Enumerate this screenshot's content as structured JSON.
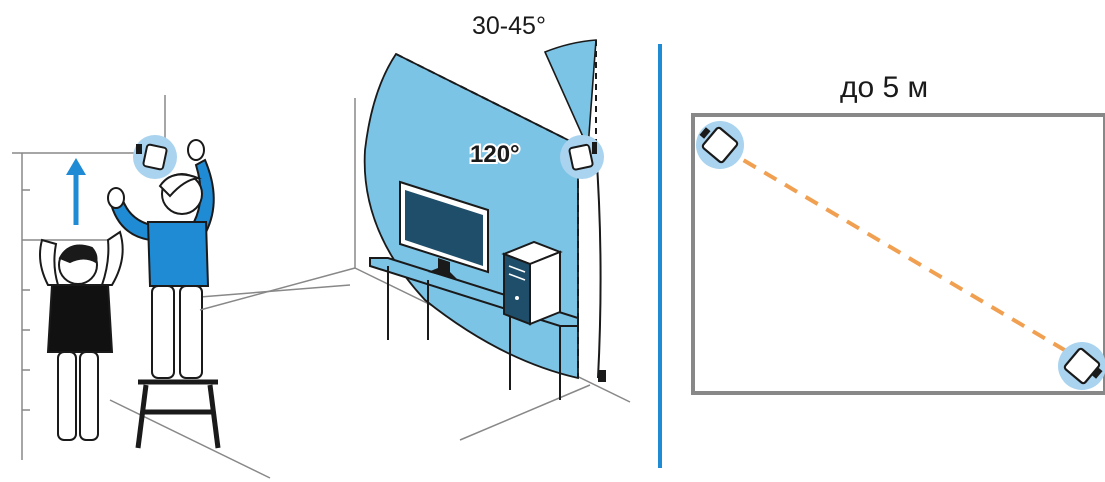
{
  "labels": {
    "tilt_angle": "30-45°",
    "fov_angle": "120°",
    "max_distance": "до 5 м"
  },
  "colors": {
    "accent_blue": "#1F8BD4",
    "fov_fill": "#7CC4E6",
    "halo": "#A9D3EE",
    "distance_line": "#F0A050",
    "outline": "#1a1a1a",
    "room_lines": "#888888",
    "monitor_dark": "#1E4E6A"
  },
  "icons": {
    "base_station": "base-station-icon",
    "up_arrow": "up-arrow-icon",
    "monitor": "monitor-icon",
    "pc_tower": "pc-tower-icon"
  }
}
